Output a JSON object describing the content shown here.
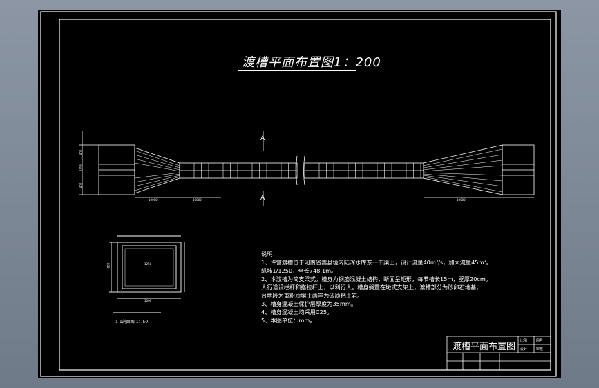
{
  "drawing": {
    "title": "渡槽平面布置图1：200",
    "section_label": "1-1剖面图 1：50",
    "north_marks": [
      "A",
      "A"
    ],
    "dimension_labels": {
      "inlet_length": "10000",
      "transition_length": "10000",
      "outlet_length": "10000",
      "width_top": "400",
      "width_mid": "1000",
      "width_bottom": "400",
      "section_width": "1000",
      "section_height": "800",
      "section_inner": "1250"
    },
    "notes": {
      "heading": "说明：",
      "lines": [
        "1、许营渡槽位于河南省嵩县境内陆浑水库东一干渠上，设计流量40m³/s，加大流量45m³。",
        "纵坡1/1250，全长748.1m。",
        "2、本渡槽为简支梁式。槽身为钢筋混凝土结构，断面呈矩形，每节槽长15m，壁厚20cm。",
        "人行道设栏杆和搭拉杆上，以利行人。槽身搁置在墩式支架上，渡槽部分为砂卵石地基，",
        "台地段为重粉质壤土两岸为砂质粘土岩。",
        "3、槽身混凝土保护层厚度为35mm。",
        "4、槽身混凝土均采用C25。",
        "5、本图单位：mm。"
      ]
    },
    "title_block": {
      "name": "渡槽平面布置图",
      "cells": [
        "比例",
        "图号",
        "设计",
        "审核"
      ]
    }
  }
}
